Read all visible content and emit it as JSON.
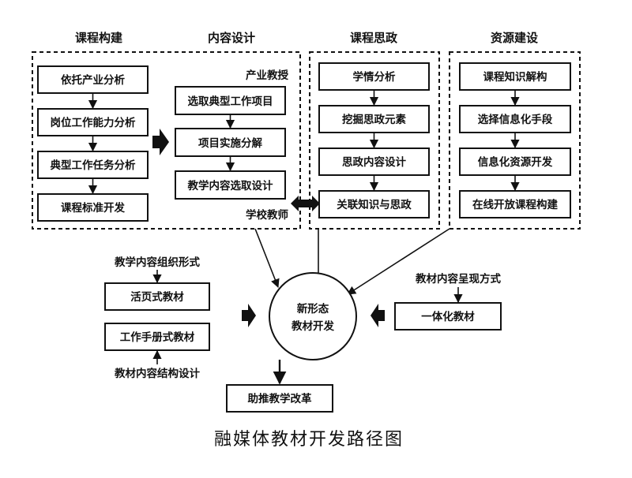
{
  "sections": [
    {
      "id": "course-construction",
      "title": "课程构建",
      "steps": [
        "依托产业分析",
        "岗位工作能力分析",
        "典型工作任务分析",
        "课程标准开发"
      ]
    },
    {
      "id": "content-design",
      "title": "内容设计",
      "steps": [
        "选取典型工作项目",
        "项目实施分解",
        "教学内容选取设计"
      ],
      "top_note": "产业教授",
      "bottom_note": "学校教师"
    },
    {
      "id": "ideological-politics",
      "title": "课程思政",
      "steps": [
        "学情分析",
        "挖掘思政元素",
        "思政内容设计",
        "关联知识与思政"
      ]
    },
    {
      "id": "resource-building",
      "title": "资源建设",
      "steps": [
        "课程知识解构",
        "选择信息化手段",
        "信息化资源开发",
        "在线开放课程构建"
      ]
    }
  ],
  "center": {
    "line1": "新形态",
    "line2": "教材开发"
  },
  "left": {
    "top_note": "教学内容组织形式",
    "box1": "活页式教材",
    "box2": "工作手册式教材",
    "bottom_note": "教材内容结构设计"
  },
  "right": {
    "note": "教材内容呈现方式",
    "box": "一体化教材"
  },
  "outcome": "助推教学改革",
  "caption": "融媒体教材开发路径图"
}
